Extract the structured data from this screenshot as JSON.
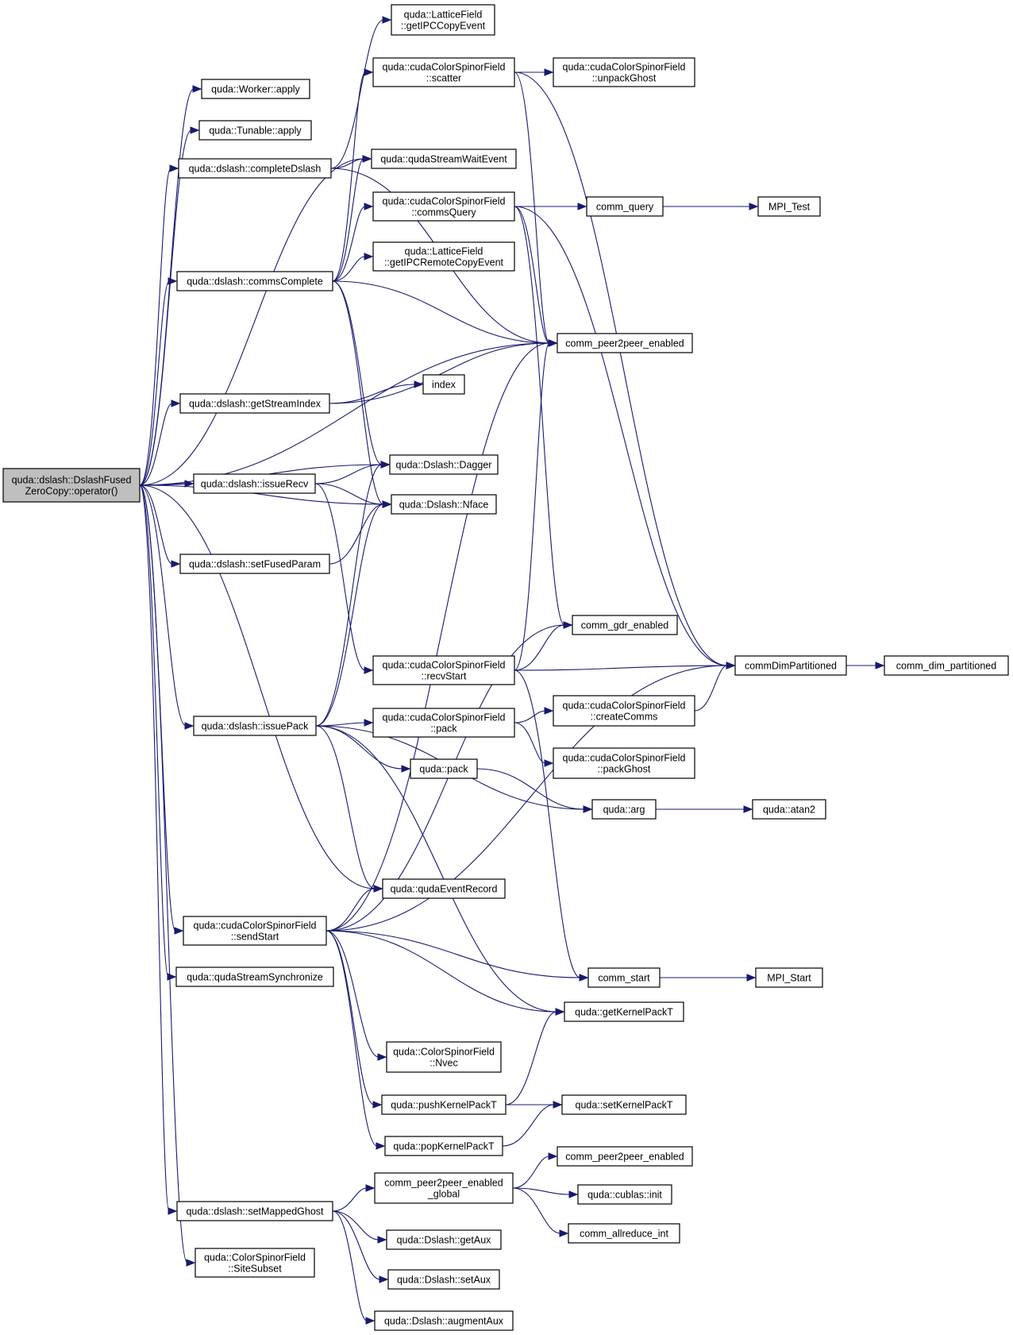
{
  "colors": {
    "edge": "#191970",
    "node_border": "#000000",
    "node_border_truncated": "#ff0000",
    "root_fill": "#bfbfbf",
    "node_fill": "#ffffff"
  },
  "nodes": [
    {
      "id": "root",
      "lines": [
        "quda::dslash::DslashFused",
        "ZeroCopy::operator()"
      ],
      "root": true
    },
    {
      "id": "worker_apply",
      "lines": [
        "quda::Worker::apply"
      ]
    },
    {
      "id": "tunable_apply",
      "lines": [
        "quda::Tunable::apply"
      ]
    },
    {
      "id": "completeDslash",
      "lines": [
        "quda::dslash::completeDslash"
      ]
    },
    {
      "id": "commsComplete",
      "lines": [
        "quda::dslash::commsComplete"
      ]
    },
    {
      "id": "getStreamIndex",
      "lines": [
        "quda::dslash::getStreamIndex"
      ]
    },
    {
      "id": "issueRecv",
      "lines": [
        "quda::dslash::issueRecv"
      ]
    },
    {
      "id": "setFusedParam",
      "lines": [
        "quda::dslash::setFusedParam"
      ]
    },
    {
      "id": "issuePack",
      "lines": [
        "quda::dslash::issuePack"
      ]
    },
    {
      "id": "sendStart",
      "lines": [
        "quda::cudaColorSpinorField",
        "::sendStart"
      ]
    },
    {
      "id": "quda_streamsync",
      "lines": [
        "quda::qudaStreamSynchronize"
      ]
    },
    {
      "id": "setMappedGhost",
      "lines": [
        "quda::dslash::setMappedGhost"
      ]
    },
    {
      "id": "siteSubset",
      "lines": [
        "quda::ColorSpinorField",
        "::SiteSubset"
      ]
    },
    {
      "id": "getIPCCopyEvent",
      "lines": [
        "quda::LatticeField",
        "::getIPCCopyEvent"
      ]
    },
    {
      "id": "scatter",
      "lines": [
        "quda::cudaColorSpinorField",
        "::scatter"
      ]
    },
    {
      "id": "streamWaitEvent",
      "lines": [
        "quda::qudaStreamWaitEvent"
      ]
    },
    {
      "id": "commsQuery",
      "lines": [
        "quda::cudaColorSpinorField",
        "::commsQuery"
      ]
    },
    {
      "id": "getIPCRemote",
      "lines": [
        "quda::LatticeField",
        "::getIPCRemoteCopyEvent"
      ]
    },
    {
      "id": "index",
      "lines": [
        "index"
      ]
    },
    {
      "id": "dagger",
      "lines": [
        "quda::Dslash::Dagger"
      ]
    },
    {
      "id": "nface",
      "lines": [
        "quda::Dslash::Nface"
      ]
    },
    {
      "id": "recvStart",
      "lines": [
        "quda::cudaColorSpinorField",
        "::recvStart"
      ]
    },
    {
      "id": "cpack",
      "lines": [
        "quda::cudaColorSpinorField",
        "::pack"
      ]
    },
    {
      "id": "qpack",
      "lines": [
        "quda::pack"
      ]
    },
    {
      "id": "eventRecord",
      "lines": [
        "quda::qudaEventRecord"
      ]
    },
    {
      "id": "nvec",
      "lines": [
        "quda::ColorSpinorField",
        "::Nvec"
      ]
    },
    {
      "id": "pushKernel",
      "lines": [
        "quda::pushKernelPackT"
      ]
    },
    {
      "id": "popKernel",
      "lines": [
        "quda::popKernelPackT"
      ]
    },
    {
      "id": "p2p_global",
      "lines": [
        "comm_peer2peer_enabled",
        "_global"
      ]
    },
    {
      "id": "getAux",
      "lines": [
        "quda::Dslash::getAux"
      ]
    },
    {
      "id": "setAux",
      "lines": [
        "quda::Dslash::setAux"
      ]
    },
    {
      "id": "augmentAux",
      "lines": [
        "quda::Dslash::augmentAux"
      ]
    },
    {
      "id": "unpackGhost",
      "lines": [
        "quda::cudaColorSpinorField",
        "::unpackGhost"
      ]
    },
    {
      "id": "comm_query",
      "lines": [
        "comm_query"
      ]
    },
    {
      "id": "p2p_enabled",
      "lines": [
        "comm_peer2peer_enabled"
      ]
    },
    {
      "id": "gdr_enabled",
      "lines": [
        "comm_gdr_enabled"
      ]
    },
    {
      "id": "createComms",
      "lines": [
        "quda::cudaColorSpinorField",
        "::createComms"
      ],
      "truncated": true
    },
    {
      "id": "packGhost",
      "lines": [
        "quda::cudaColorSpinorField",
        "::packGhost"
      ],
      "truncated": true
    },
    {
      "id": "qarg",
      "lines": [
        "quda::arg"
      ]
    },
    {
      "id": "comm_start",
      "lines": [
        "comm_start"
      ]
    },
    {
      "id": "getKernelPackT",
      "lines": [
        "quda::getKernelPackT"
      ]
    },
    {
      "id": "setKernelPackT",
      "lines": [
        "quda::setKernelPackT"
      ]
    },
    {
      "id": "p2p_enabled2",
      "lines": [
        "comm_peer2peer_enabled"
      ]
    },
    {
      "id": "cublas_init",
      "lines": [
        "quda::cublas::init"
      ]
    },
    {
      "id": "allreduce",
      "lines": [
        "comm_allreduce_int"
      ],
      "truncated": true
    },
    {
      "id": "mpi_test",
      "lines": [
        "MPI_Test"
      ],
      "truncated": true
    },
    {
      "id": "commDimPart",
      "lines": [
        "commDimPartitioned"
      ]
    },
    {
      "id": "mpi_start",
      "lines": [
        "MPI_Start"
      ],
      "truncated": true
    },
    {
      "id": "qatan2",
      "lines": [
        "quda::atan2"
      ]
    },
    {
      "id": "dim_part",
      "lines": [
        "comm_dim_partitioned"
      ],
      "truncated": true
    }
  ],
  "edges": [
    [
      "root",
      "worker_apply"
    ],
    [
      "root",
      "tunable_apply"
    ],
    [
      "root",
      "completeDslash"
    ],
    [
      "root",
      "streamWaitEvent"
    ],
    [
      "root",
      "commsComplete"
    ],
    [
      "root",
      "p2p_enabled"
    ],
    [
      "root",
      "getStreamIndex"
    ],
    [
      "root",
      "dagger"
    ],
    [
      "root",
      "issueRecv"
    ],
    [
      "root",
      "nface"
    ],
    [
      "root",
      "setFusedParam"
    ],
    [
      "root",
      "issuePack"
    ],
    [
      "root",
      "eventRecord"
    ],
    [
      "root",
      "sendStart"
    ],
    [
      "root",
      "quda_streamsync"
    ],
    [
      "root",
      "setMappedGhost"
    ],
    [
      "root",
      "siteSubset"
    ],
    [
      "completeDslash",
      "getIPCCopyEvent"
    ],
    [
      "completeDslash",
      "streamWaitEvent"
    ],
    [
      "completeDslash",
      "p2p_enabled"
    ],
    [
      "commsComplete",
      "scatter"
    ],
    [
      "commsComplete",
      "streamWaitEvent"
    ],
    [
      "commsComplete",
      "commsQuery"
    ],
    [
      "commsComplete",
      "getIPCRemote"
    ],
    [
      "commsComplete",
      "p2p_enabled"
    ],
    [
      "commsComplete",
      "dagger"
    ],
    [
      "commsComplete",
      "nface"
    ],
    [
      "getStreamIndex",
      "index"
    ],
    [
      "getStreamIndex",
      "p2p_enabled"
    ],
    [
      "issueRecv",
      "dagger"
    ],
    [
      "issueRecv",
      "nface"
    ],
    [
      "issueRecv",
      "recvStart"
    ],
    [
      "setFusedParam",
      "nface"
    ],
    [
      "issuePack",
      "cpack"
    ],
    [
      "issuePack",
      "qpack"
    ],
    [
      "issuePack",
      "qarg"
    ],
    [
      "issuePack",
      "eventRecord"
    ],
    [
      "issuePack",
      "getKernelPackT"
    ],
    [
      "issuePack",
      "dagger"
    ],
    [
      "issuePack",
      "nface"
    ],
    [
      "sendStart",
      "eventRecord"
    ],
    [
      "sendStart",
      "comm_start"
    ],
    [
      "sendStart",
      "getKernelPackT"
    ],
    [
      "sendStart",
      "nvec"
    ],
    [
      "sendStart",
      "pushKernel"
    ],
    [
      "sendStart",
      "popKernel"
    ],
    [
      "sendStart",
      "commDimPart"
    ],
    [
      "sendStart",
      "p2p_enabled"
    ],
    [
      "sendStart",
      "gdr_enabled"
    ],
    [
      "setMappedGhost",
      "p2p_global"
    ],
    [
      "setMappedGhost",
      "getAux"
    ],
    [
      "setMappedGhost",
      "setAux"
    ],
    [
      "setMappedGhost",
      "augmentAux"
    ],
    [
      "scatter",
      "unpackGhost"
    ],
    [
      "scatter",
      "p2p_enabled"
    ],
    [
      "scatter",
      "commDimPart"
    ],
    [
      "commsQuery",
      "comm_query"
    ],
    [
      "commsQuery",
      "p2p_enabled"
    ],
    [
      "commsQuery",
      "gdr_enabled"
    ],
    [
      "commsQuery",
      "commDimPart"
    ],
    [
      "recvStart",
      "gdr_enabled"
    ],
    [
      "recvStart",
      "commDimPart"
    ],
    [
      "recvStart",
      "p2p_enabled"
    ],
    [
      "recvStart",
      "comm_start"
    ],
    [
      "cpack",
      "createComms"
    ],
    [
      "cpack",
      "packGhost"
    ],
    [
      "qpack",
      "qarg"
    ],
    [
      "pushKernel",
      "setKernelPackT"
    ],
    [
      "pushKernel",
      "getKernelPackT"
    ],
    [
      "popKernel",
      "setKernelPackT"
    ],
    [
      "p2p_global",
      "p2p_enabled2"
    ],
    [
      "p2p_global",
      "cublas_init"
    ],
    [
      "p2p_global",
      "allreduce"
    ],
    [
      "comm_query",
      "mpi_test"
    ],
    [
      "createComms",
      "commDimPart"
    ],
    [
      "comm_start",
      "mpi_start"
    ],
    [
      "qarg",
      "qatan2"
    ],
    [
      "commDimPart",
      "dim_part"
    ]
  ]
}
